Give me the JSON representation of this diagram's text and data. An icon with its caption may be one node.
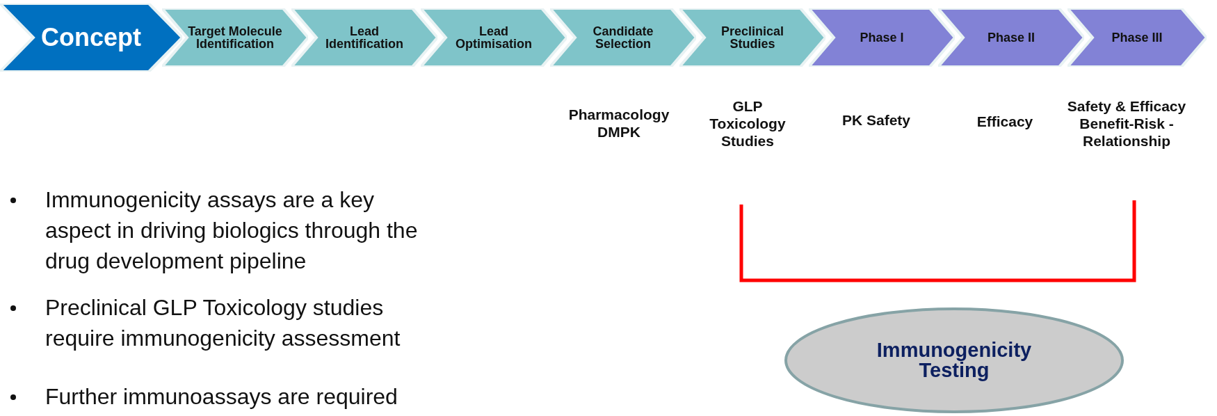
{
  "diagram": {
    "nodes": [
      {
        "text": [
          "Concept"
        ]
      },
      {
        "text": [
          "Target Molecule Identification"
        ]
      },
      {
        "text": [
          "Lead Identification"
        ]
      },
      {
        "text": [
          "Lead Optimisation"
        ]
      },
      {
        "text": [
          "Candidate Selection"
        ]
      },
      {
        "text": [
          "Preclinical Studies"
        ]
      },
      {
        "text": [
          "Phase I"
        ]
      },
      {
        "text": [
          "Phase II"
        ]
      },
      {
        "text": [
          "Phase III"
        ]
      },
      {
        "text": [
          "Immunogenicity Testing"
        ]
      }
    ],
    "edges": [],
    "labels": [
      "Pharmacology DMPK",
      "GLP Toxicology Studies",
      "PK Safety",
      "Efficacy",
      "Safety & Efficacy Benefit-Risk - Relationship",
      "Immunogenicity assays are a key aspect in driving biologics through the drug development pipeline",
      "Preclinical GLP Toxicology studies require immunogenicity assessment",
      "Further immunoassays are required"
    ]
  }
}
